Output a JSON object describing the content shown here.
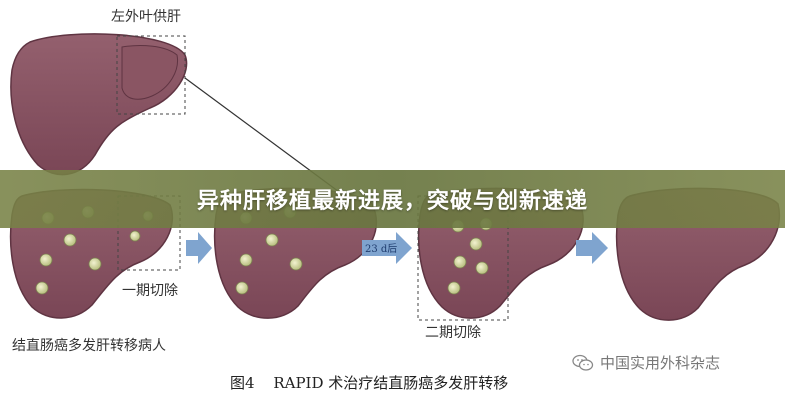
{
  "labels": {
    "donor": "左外叶供肝",
    "stage1": "一期切除",
    "stage2": "二期切除",
    "patient": "结直肠癌多发肝转移病人",
    "interval": "23 d后"
  },
  "banner": {
    "title": "异种肝移植最新进展，突破与创新速递"
  },
  "watermark": {
    "text": "中国实用外科杂志",
    "icon": "wechat-icon"
  },
  "caption": {
    "fig": "图4",
    "text": "RAPID 术治疗结直肠癌多发肝转移"
  },
  "colors": {
    "liver": "#8a5563",
    "liver_edge": "#5f3442",
    "arrow": "#7fa4cf",
    "banner": "#6c7640",
    "tumor": "#d8dca8"
  }
}
